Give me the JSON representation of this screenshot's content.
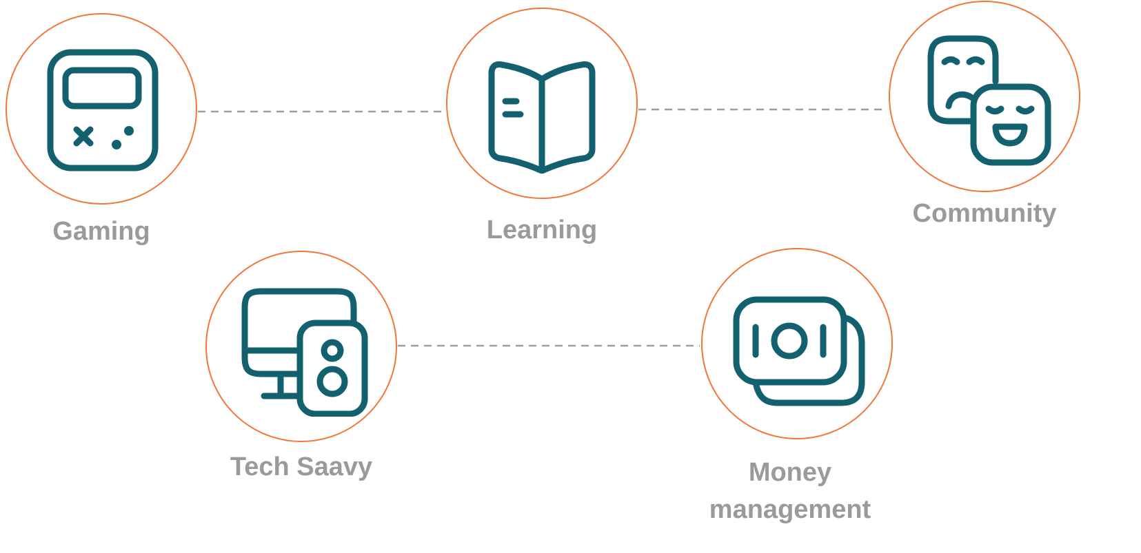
{
  "nodes": {
    "gaming": {
      "label": "Gaming",
      "icon": "gamepad-icon"
    },
    "learning": {
      "label": "Learning",
      "icon": "open-book-icon"
    },
    "community": {
      "label": "Community",
      "icon": "masks-icon"
    },
    "tech": {
      "label": "Tech Saavy",
      "icon": "desktop-speaker-icon"
    },
    "money": {
      "label": "Money\nmanagement",
      "icon": "cash-icon"
    }
  },
  "colors": {
    "circle_border": "#f2763a",
    "icon": "#13606f",
    "label": "#9a9a9a",
    "connector": "#9e9e9e"
  },
  "connections": [
    [
      "gaming",
      "learning"
    ],
    [
      "learning",
      "community"
    ],
    [
      "tech",
      "money"
    ]
  ]
}
